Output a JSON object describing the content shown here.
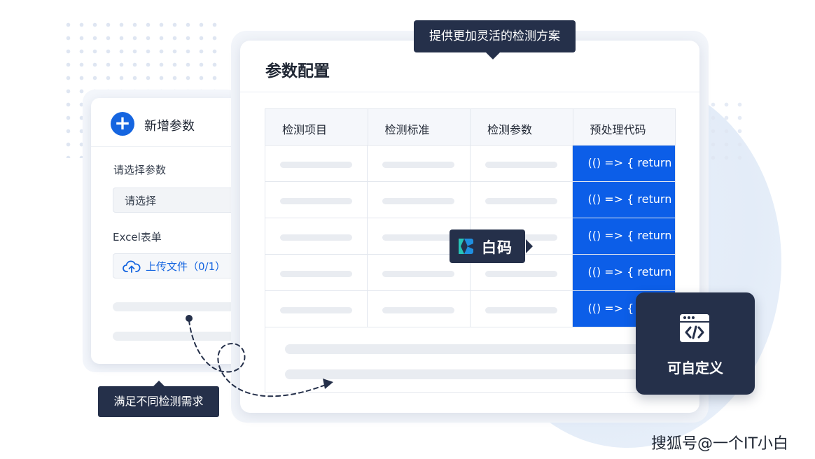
{
  "left_panel": {
    "title": "新增参数",
    "param_label": "请选择参数",
    "select_placeholder": "请选择",
    "excel_label": "Excel表单",
    "upload_label": "上传文件（0/1）",
    "icons": {
      "add": "plus-icon",
      "upload": "cloud-upload-icon"
    }
  },
  "main_panel": {
    "title": "参数配置",
    "columns": [
      "检测项目",
      "检测标准",
      "检测参数",
      "预处理代码"
    ],
    "rows": [
      {
        "code": "(() => { return"
      },
      {
        "code": "(() => { return"
      },
      {
        "code": "(() => { return"
      },
      {
        "code": "(() => { return"
      },
      {
        "code": "(() => { return"
      }
    ]
  },
  "callouts": {
    "top": "提供更加灵活的检测方案",
    "bottom": "满足不同检测需求",
    "brand": "白码",
    "custom": "可自定义"
  },
  "watermark": "搜狐号@一个IT小白",
  "colors": {
    "primary_blue": "#1565e0",
    "code_cell_blue": "#0c5ee8",
    "navy": "#25304a"
  }
}
